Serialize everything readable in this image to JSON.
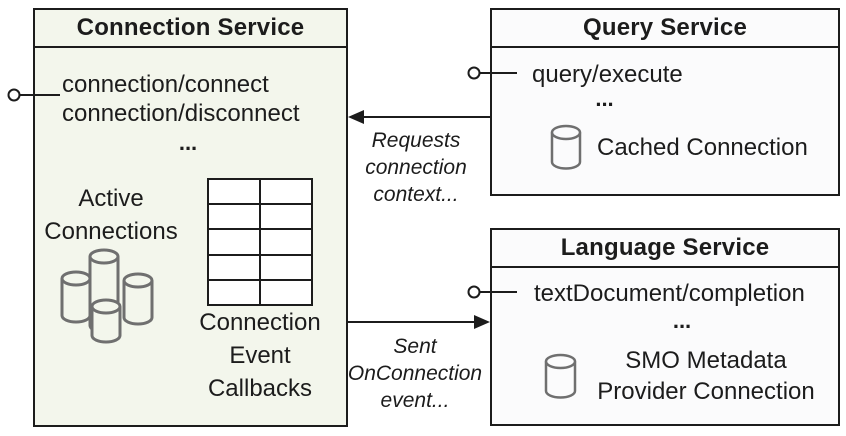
{
  "colors": {
    "border": "#1c1c1c",
    "connection_fill": "#f3f6ec",
    "service_fill": "#fbfbfc",
    "cylinder_stroke": "#6f6f6f"
  },
  "connection_service": {
    "title": "Connection Service",
    "api_lines": [
      "connection/connect",
      "connection/disconnect"
    ],
    "ellipsis": "...",
    "active_connections": [
      "Active",
      "Connections"
    ],
    "callbacks_label": [
      "Connection",
      "Event",
      "Callbacks"
    ]
  },
  "query_service": {
    "title": "Query Service",
    "api_lines": [
      "query/execute"
    ],
    "ellipsis": "...",
    "cached_connection": "Cached Connection"
  },
  "language_service": {
    "title": "Language Service",
    "api_lines": [
      "textDocument/completion"
    ],
    "ellipsis": "...",
    "smo_lines": [
      "SMO Metadata",
      "Provider Connection"
    ]
  },
  "arrow_labels": {
    "requests": [
      "Requests",
      "connection",
      "context..."
    ],
    "sent": [
      "Sent",
      "OnConnection",
      "event..."
    ]
  }
}
